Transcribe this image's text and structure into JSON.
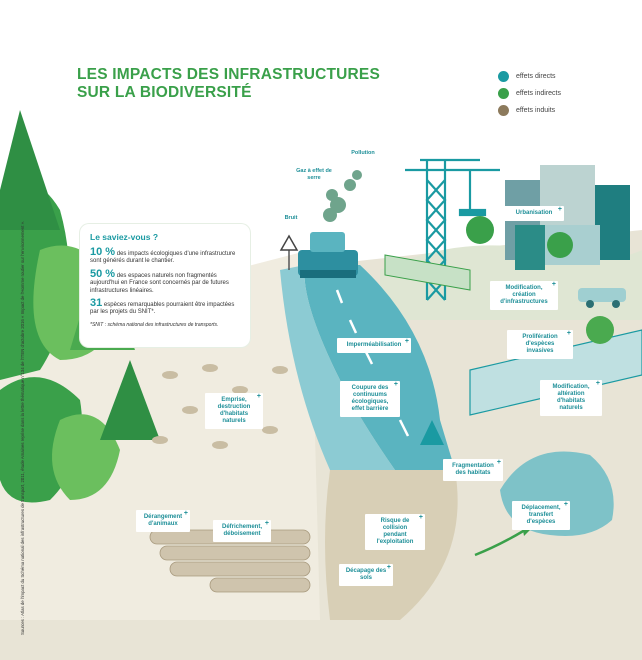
{
  "title": {
    "line1": "LES IMPACTS DES INFRASTRUCTURES",
    "line2": "SUR LA BIODIVERSITÉ"
  },
  "legend": [
    {
      "label": "effets directs",
      "color": "#1a9aa2"
    },
    {
      "label": "effets indirects",
      "color": "#3aa04a"
    },
    {
      "label": "effets induits",
      "color": "#8c7a5c"
    }
  ],
  "info": {
    "title": "Le saviez-vous ?",
    "facts": [
      {
        "value": "10 %",
        "text": "des impacts écologiques d'une infrastructure sont générés durant le chantier."
      },
      {
        "value": "50 %",
        "text": "des espaces naturels non fragmentés aujourd'hui en France sont concernés par de futures infrastructures linéaires."
      },
      {
        "value": "31",
        "text": "espèces remarquables pourraient être impactées par les projets du SNIT*."
      }
    ],
    "footnote": "*SNIT : schéma national des infrastructures de transports."
  },
  "sources": "Sources : Atlas de l'impact du Schéma national des infrastructures de transport, 2011, étude Amaines reprise dans la lettre thématique n°134 de l'ITEN d'octobre 2016 « Impact de l'Homme routier sur l'environnement ».",
  "plain_labels": {
    "pollution": "Pollution",
    "gaz": "Gaz à effet de serre",
    "bruit": "Bruit"
  },
  "labels": {
    "urbanisation": "Urbanisation",
    "modification_creation": "Modification, création d'infrastructures",
    "proliferation": "Prolifération d'espèces invasives",
    "modification_alteration": "Modification, altération d'habitats naturels",
    "impermeabilisation": "Imperméabilisation",
    "coupure": "Coupure des continuums écologiques, effet barrière",
    "emprise": "Emprise, destruction d'habitats naturels",
    "fragmentation": "Fragmentation des habitats",
    "derangement": "Dérangement d'animaux",
    "defrichement": "Défrichement, déboisement",
    "risque": "Risque de collision pendant l'exploitation",
    "deplacement": "Déplacement, transfert d'espèces",
    "decapage": "Décapage des sols"
  }
}
